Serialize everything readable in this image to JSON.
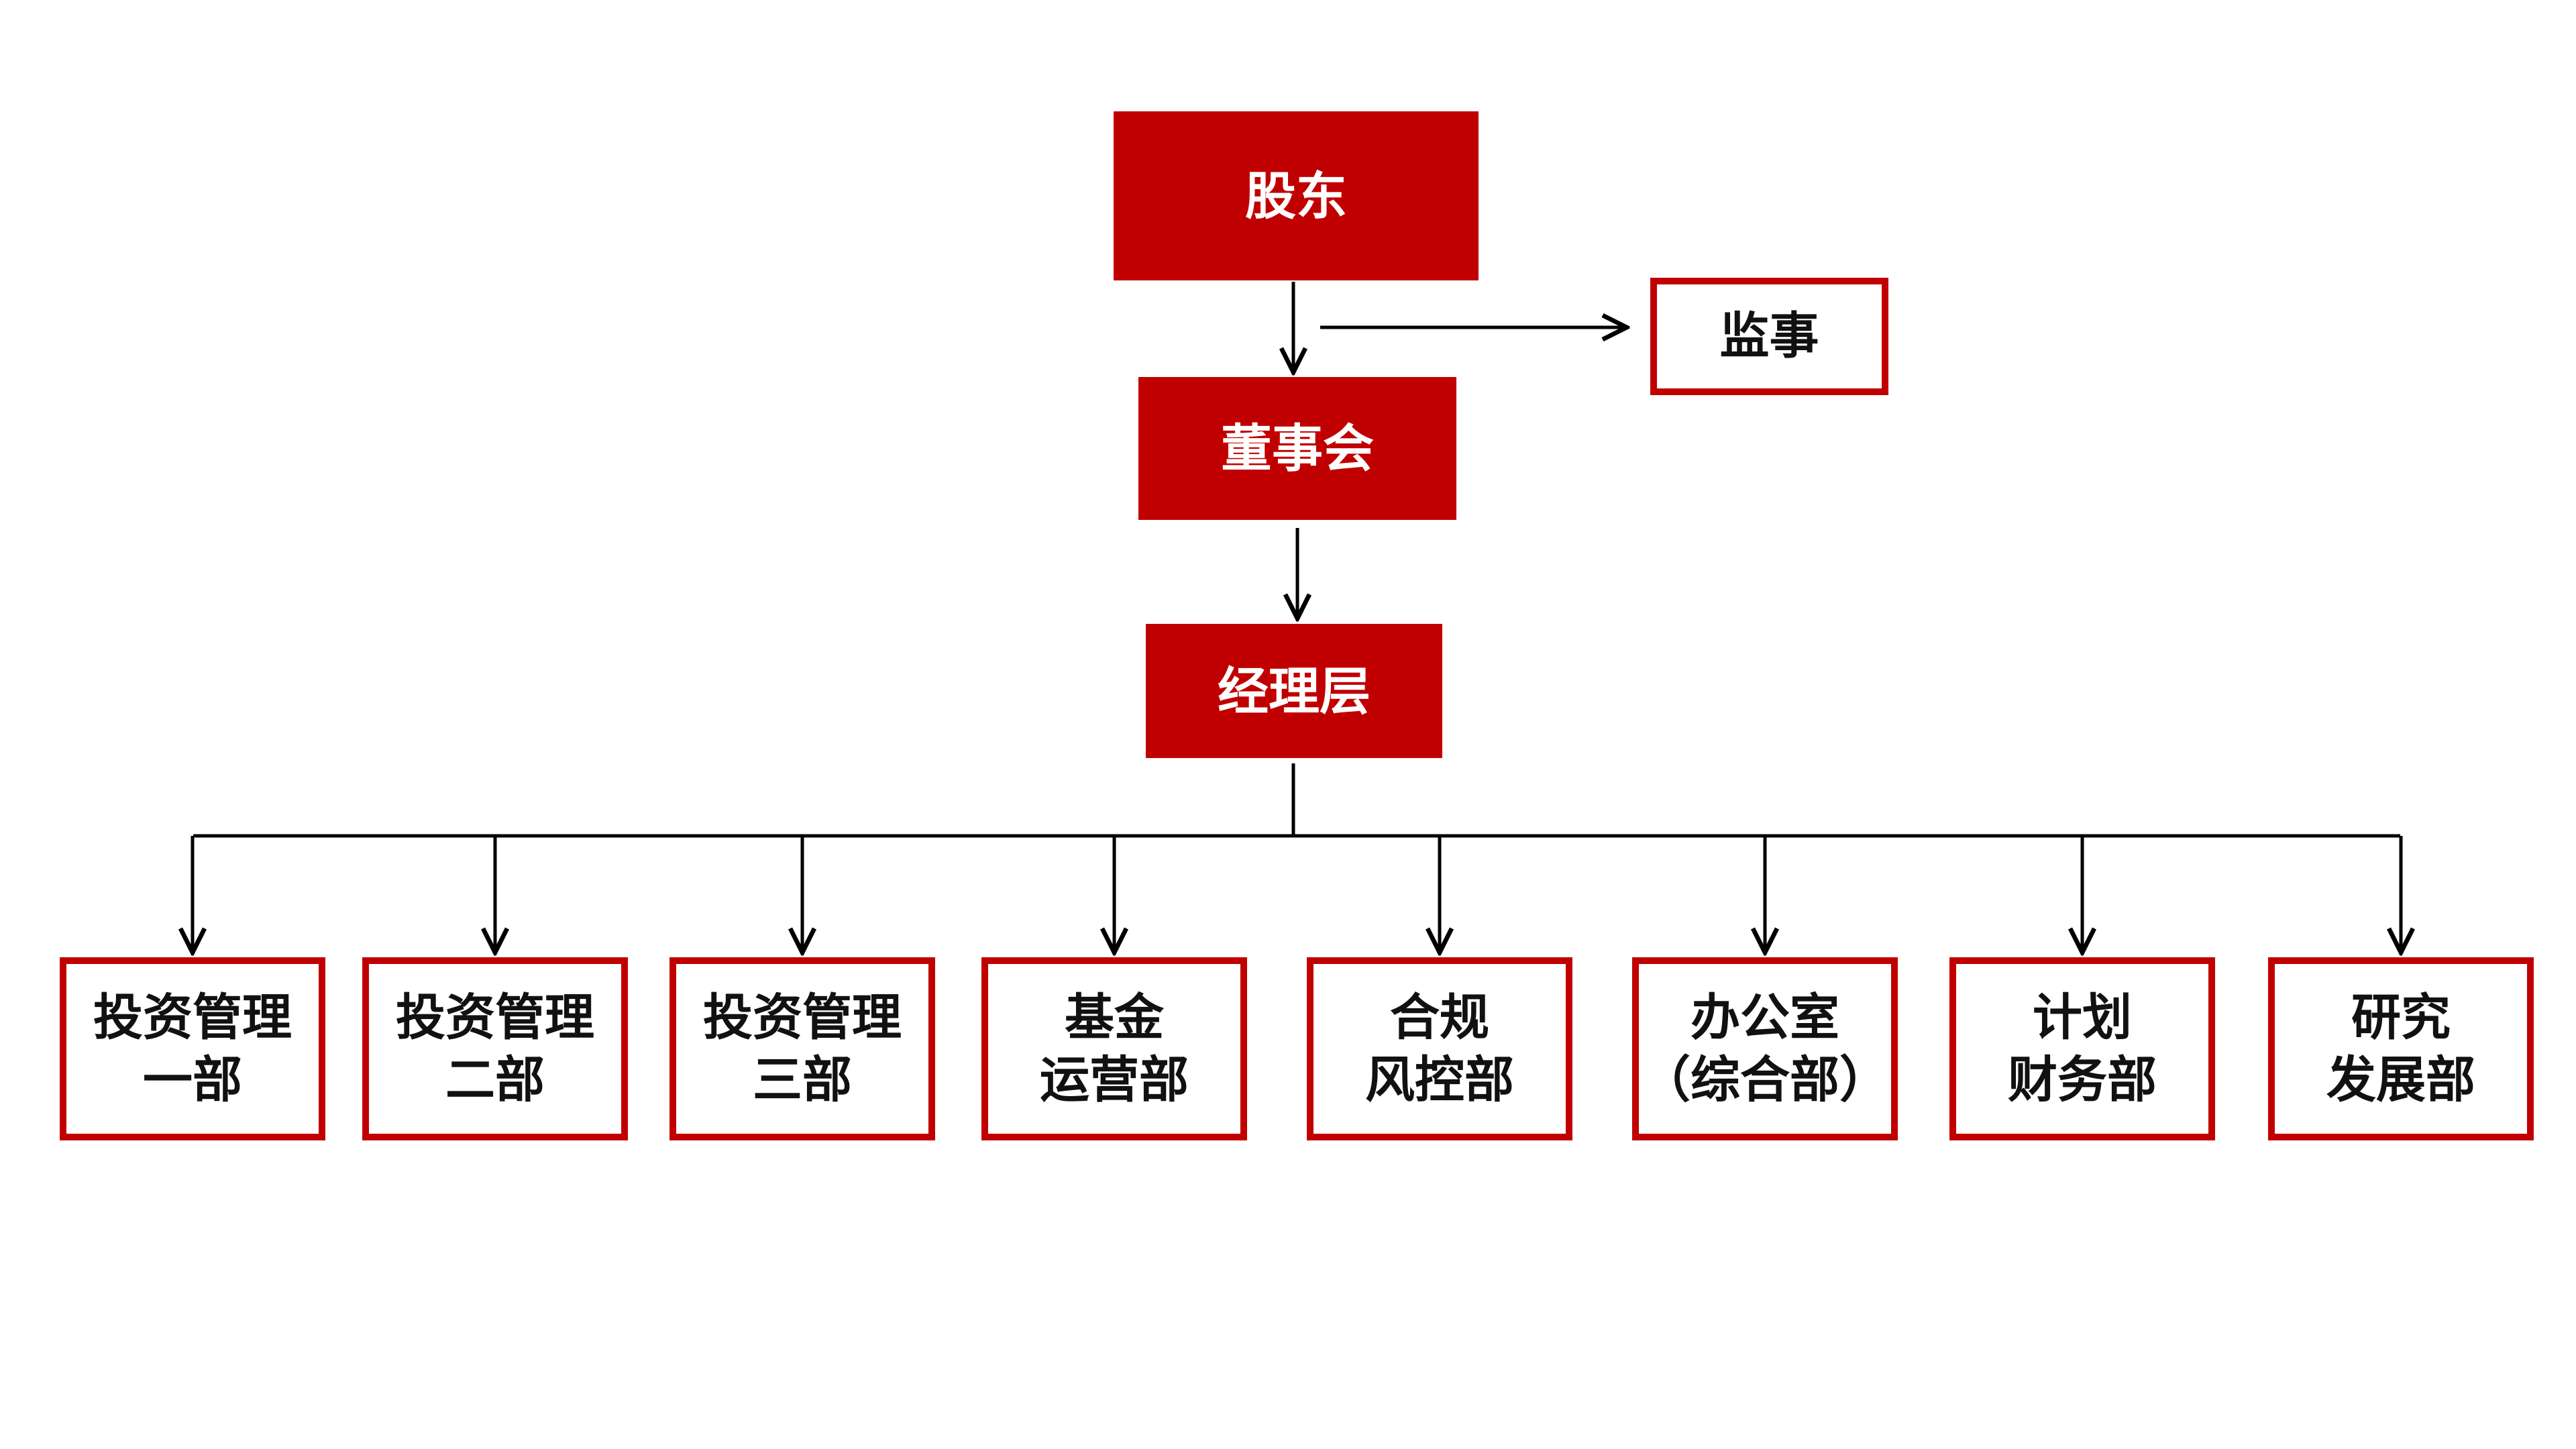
{
  "colors": {
    "accent": "#c00000",
    "line": "#000000"
  },
  "chart": {
    "root": {
      "label": "股东"
    },
    "supervisor": {
      "label": "监事"
    },
    "board": {
      "label": "董事会"
    },
    "management": {
      "label": "经理层"
    },
    "departments": [
      {
        "line1": "投资管理",
        "line2": "一部"
      },
      {
        "line1": "投资管理",
        "line2": "二部"
      },
      {
        "line1": "投资管理",
        "line2": "三部"
      },
      {
        "line1": "基金",
        "line2": "运营部"
      },
      {
        "line1": "合规",
        "line2": "风控部"
      },
      {
        "line1": "办公室",
        "line2": "（综合部）"
      },
      {
        "line1": "计划",
        "line2": "财务部"
      },
      {
        "line1": "研究",
        "line2": "发展部"
      }
    ]
  }
}
